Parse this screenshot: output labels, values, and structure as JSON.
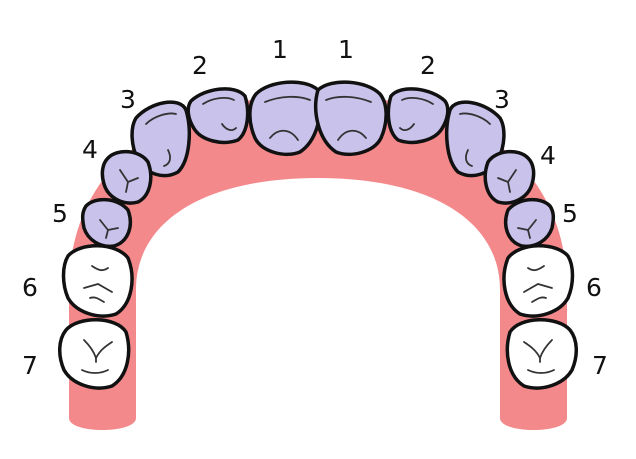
{
  "colors": {
    "gum": "#f4898c",
    "front_teeth": "#c9c3ec",
    "back_teeth": "#ffffff",
    "outline": "#111111"
  },
  "left_labels": [
    "1",
    "2",
    "3",
    "4",
    "5",
    "6",
    "7"
  ],
  "right_labels": [
    "1",
    "2",
    "3",
    "4",
    "5",
    "6",
    "7"
  ]
}
